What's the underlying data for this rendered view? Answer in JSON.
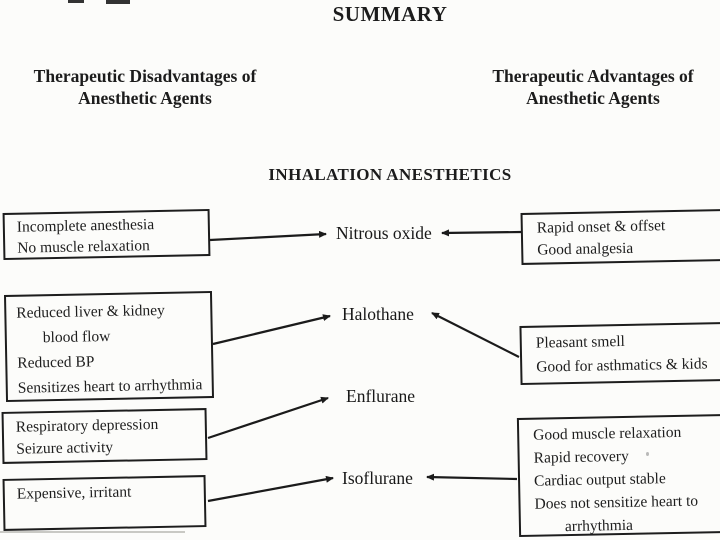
{
  "page": {
    "title": "SUMMARY",
    "left_column_header": {
      "line1": "Therapeutic Disadvantages of",
      "line2": "Anesthetic Agents"
    },
    "right_column_header": {
      "line1": "Therapeutic Advantages of",
      "line2": "Anesthetic Agents"
    },
    "section_heading": "INHALATION ANESTHETICS"
  },
  "agents": [
    {
      "name": "Nitrous oxide"
    },
    {
      "name": "Halothane"
    },
    {
      "name": "Enflurane"
    },
    {
      "name": "Isoflurane"
    }
  ],
  "disadvantage_boxes": [
    {
      "agent": "Nitrous oxide",
      "lines": [
        "Incomplete anesthesia",
        "No muscle relaxation"
      ]
    },
    {
      "agent": "Halothane",
      "lines": [
        "Reduced liver & kidney",
        "blood flow",
        "Reduced BP",
        "Sensitizes heart to arrhythmia"
      ]
    },
    {
      "agent": "Enflurane",
      "lines": [
        "Respiratory depression",
        "Seizure activity"
      ]
    },
    {
      "agent": "Isoflurane",
      "lines": [
        "Expensive, irritant"
      ]
    }
  ],
  "advantage_boxes": [
    {
      "agent": "Nitrous oxide",
      "lines": [
        "Rapid onset & offset",
        "Good analgesia"
      ]
    },
    {
      "agent": "Halothane",
      "lines": [
        "Pleasant smell",
        "Good for asthmatics & kids"
      ]
    },
    {
      "agent": "Isoflurane",
      "lines": [
        "Good muscle relaxation",
        "Rapid recovery",
        "Cardiac output stable",
        "Does not sensitize heart to",
        "arrhythmia"
      ]
    }
  ],
  "colors": {
    "ink": "#1c1c1c",
    "paper": "#fcfcfa"
  }
}
